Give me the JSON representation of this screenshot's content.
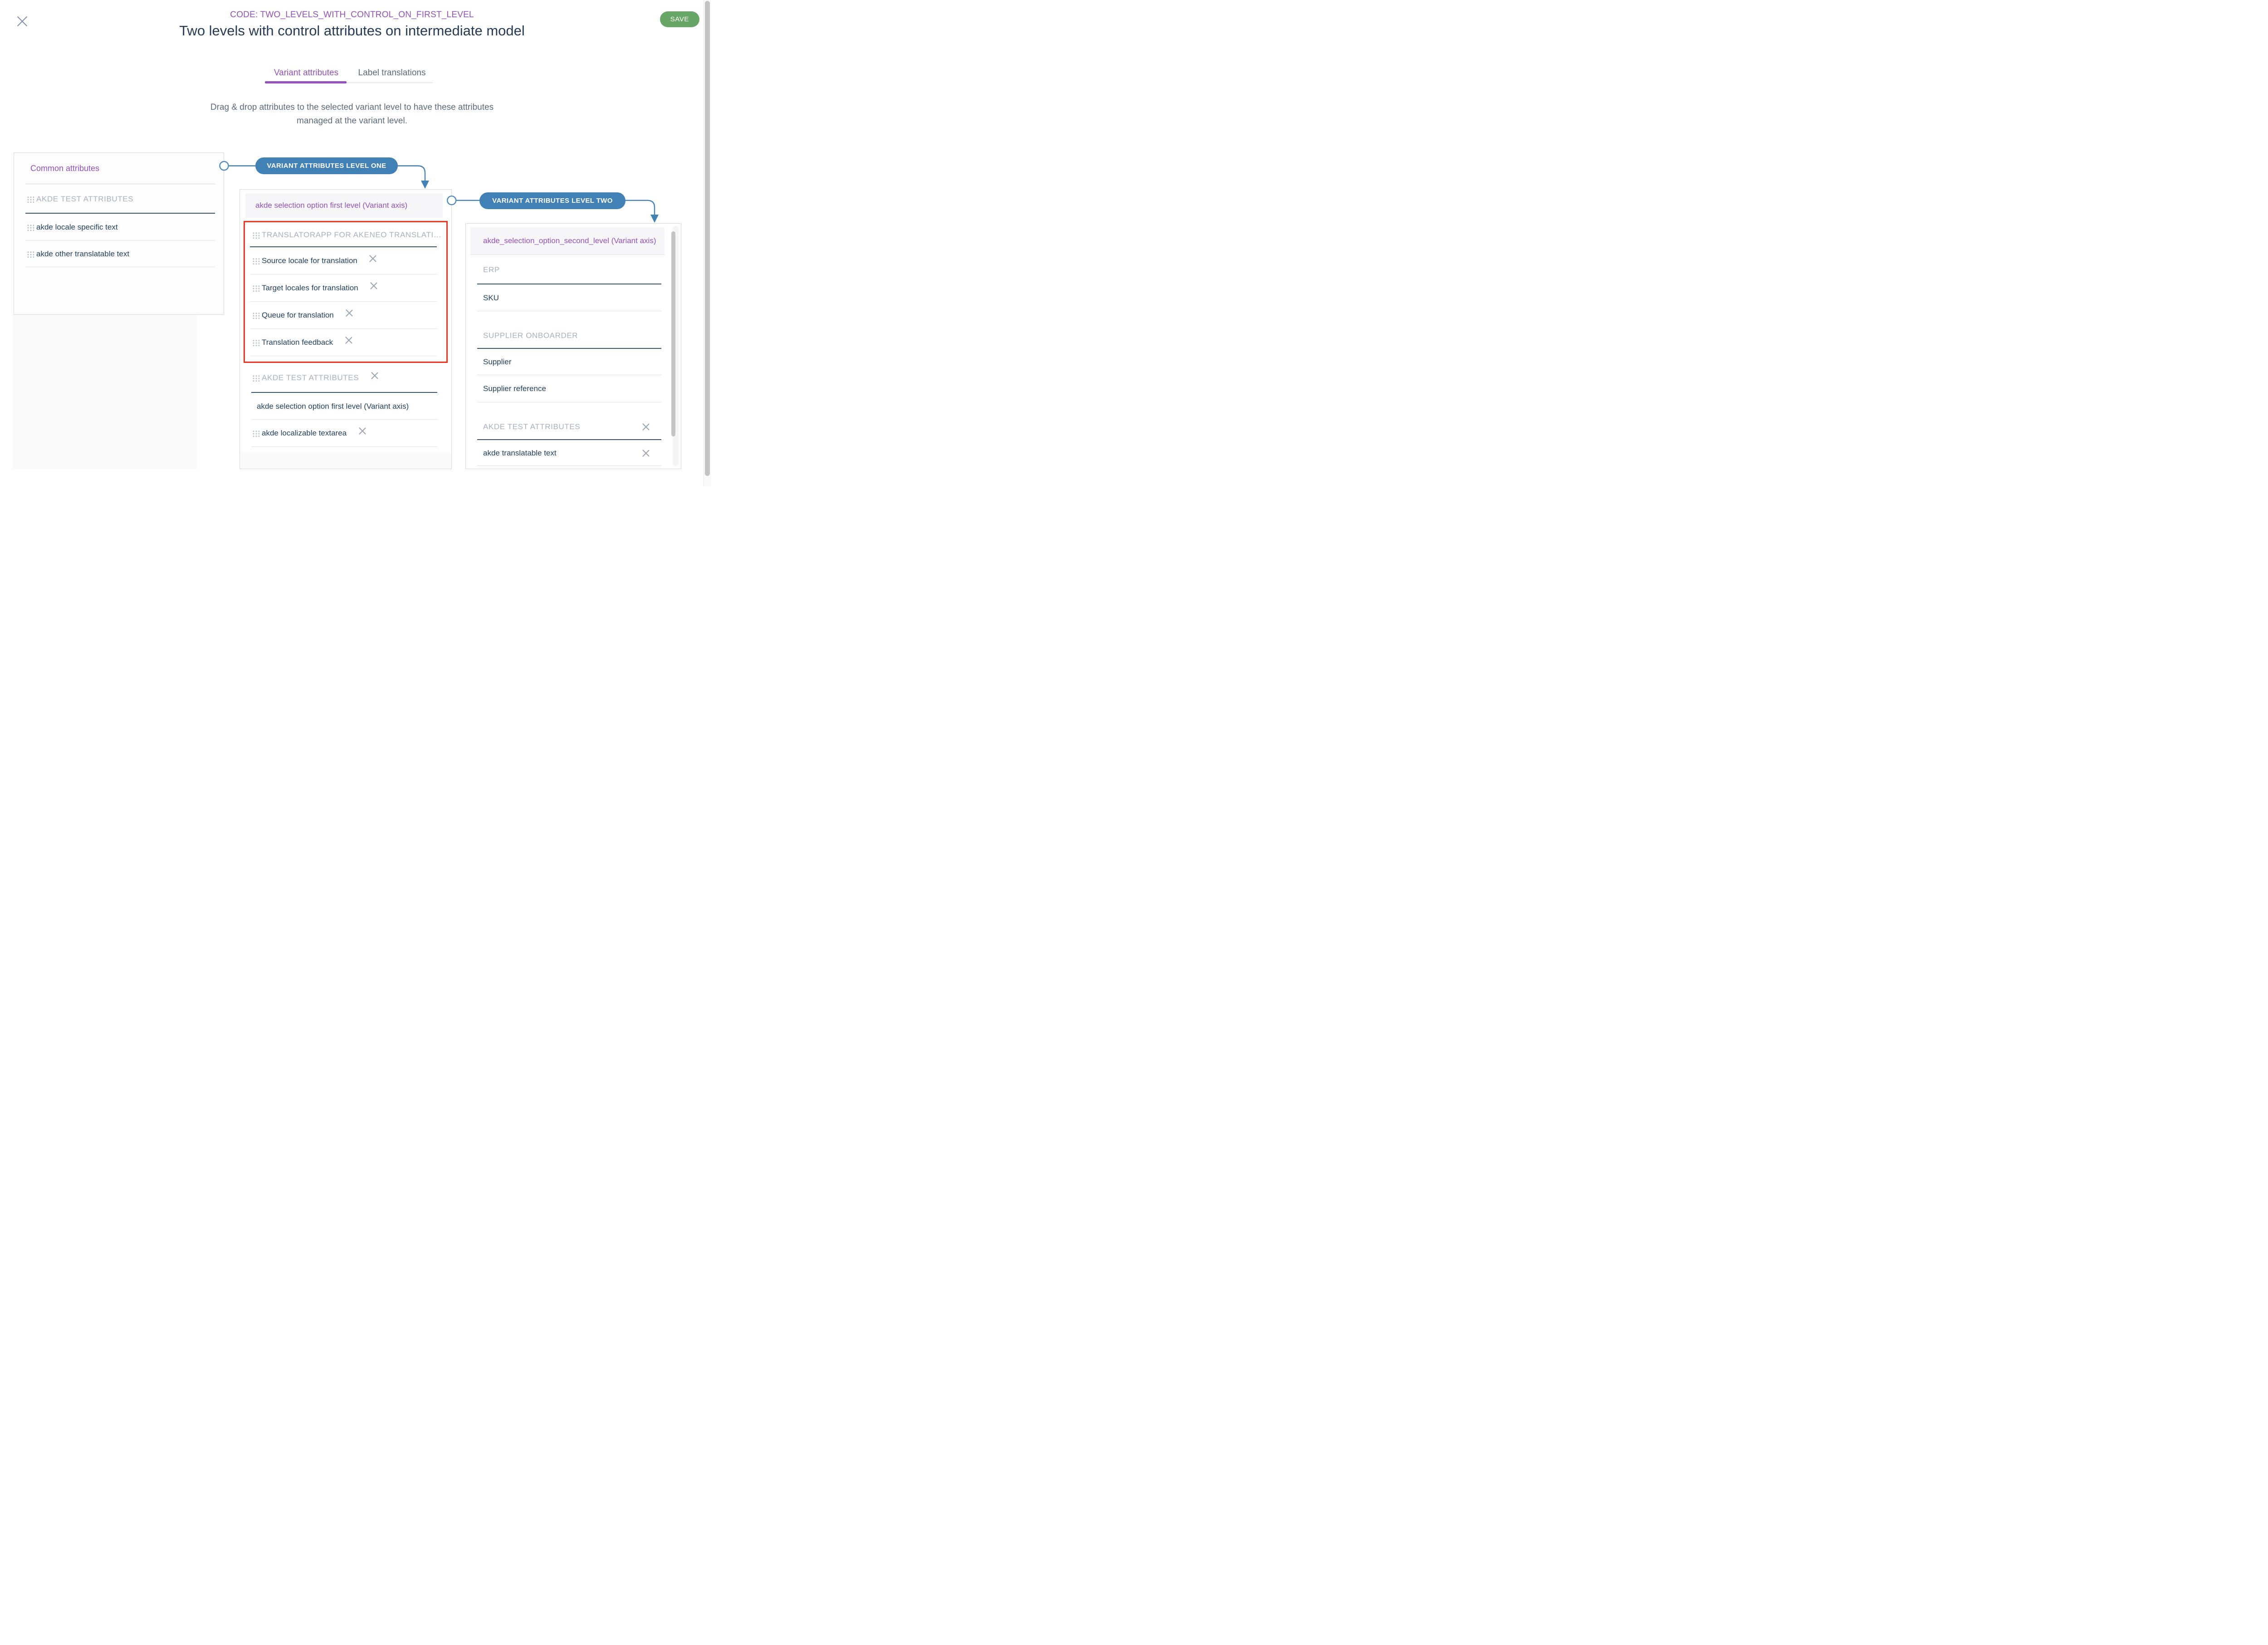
{
  "colors": {
    "accent_purple": "#9452ba",
    "connector_blue": "#4181b5",
    "save_green": "#68a667",
    "highlight_red": "#f43321",
    "item_text": "#24405f",
    "muted_text": "#5d6b7a",
    "group_text": "#a9b1bd"
  },
  "header": {
    "code": "CODE: TWO_LEVELS_WITH_CONTROL_ON_FIRST_LEVEL",
    "title": "Two levels with control attributes on intermediate model",
    "save_label": "SAVE"
  },
  "tabs": [
    {
      "label": "Variant attributes",
      "active": true
    },
    {
      "label": "Label translations",
      "active": false
    }
  ],
  "description": {
    "line1": "Drag & drop attributes to the selected variant level to have these attributes",
    "line2": "managed at the variant level."
  },
  "badges": {
    "level_one": "VARIANT ATTRIBUTES LEVEL ONE",
    "level_two": "VARIANT ATTRIBUTES LEVEL TWO"
  },
  "common_panel": {
    "title": "Common attributes",
    "rows": [
      {
        "type": "group",
        "label": "AKDE TEST ATTRIBUTES"
      },
      {
        "type": "item",
        "label": "akde locale specific text"
      },
      {
        "type": "item",
        "label": "akde other translatable text"
      }
    ]
  },
  "level_one_panel": {
    "axis_header": "akde selection option first level (Variant axis)",
    "highlighted_rows": [
      {
        "type": "group",
        "label": "TRANSLATORAPP FOR AKENEO TRANSLATI…"
      },
      {
        "type": "item",
        "label": "Source locale for translation",
        "removable": true
      },
      {
        "type": "item",
        "label": "Target locales for translation",
        "removable": true
      },
      {
        "type": "item",
        "label": "Queue for translation",
        "removable": true
      },
      {
        "type": "item",
        "label": "Translation feedback",
        "removable": true
      }
    ],
    "rows": [
      {
        "type": "group",
        "label": "AKDE TEST ATTRIBUTES",
        "removable": true
      },
      {
        "type": "axis",
        "label": "akde selection option first level (Variant axis)"
      },
      {
        "type": "item",
        "label": "akde localizable textarea",
        "removable": true
      }
    ]
  },
  "level_two_panel": {
    "axis_header": "akde_selection_option_second_level (Variant axis)",
    "rows": [
      {
        "type": "group",
        "label": "ERP"
      },
      {
        "type": "item",
        "label": "SKU"
      },
      {
        "type": "group",
        "label": "SUPPLIER ONBOARDER"
      },
      {
        "type": "item",
        "label": "Supplier"
      },
      {
        "type": "item",
        "label": "Supplier reference"
      },
      {
        "type": "group",
        "label": "AKDE TEST ATTRIBUTES",
        "removable": true
      },
      {
        "type": "item",
        "label": "akde translatable text",
        "removable": true
      }
    ]
  }
}
